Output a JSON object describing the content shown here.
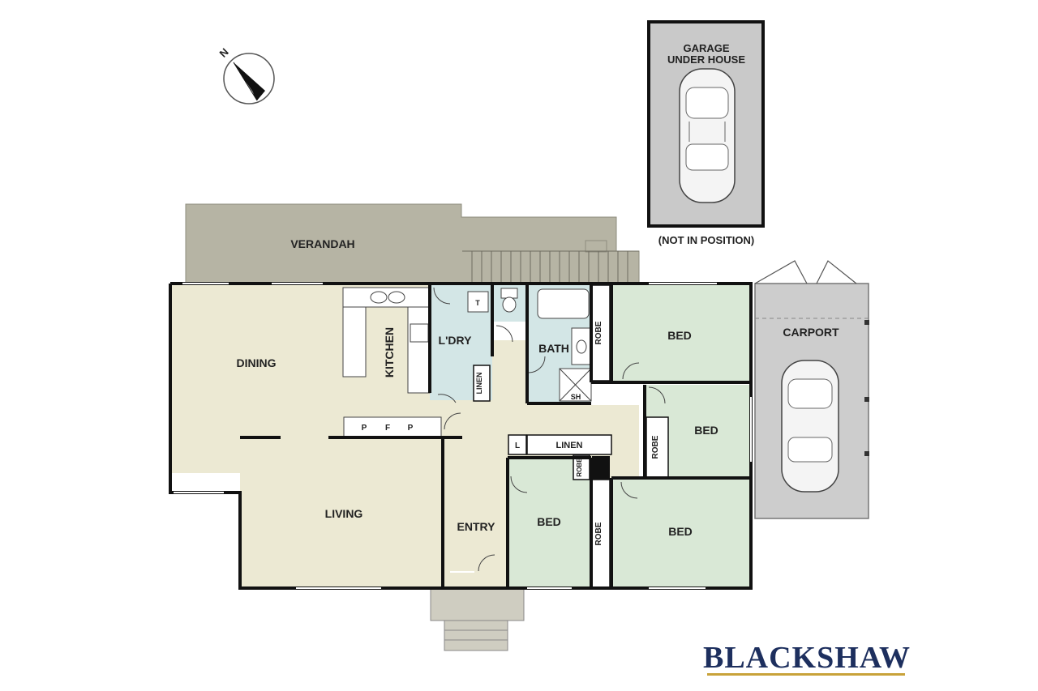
{
  "rooms": {
    "verandah": "VERANDAH",
    "dining": "DINING",
    "kitchen": "KITCHEN",
    "laundry": "L'DRY",
    "bath": "BATH",
    "shower": "SH",
    "toilet": "T",
    "linen_small": "LINEN",
    "linen_hall": "LINEN",
    "l_cupboard": "L",
    "pfp_p1": "P",
    "pfp_f": "F",
    "pfp_p2": "P",
    "living": "LIVING",
    "entry": "ENTRY",
    "bed_1": "BED",
    "bed_2": "BED",
    "bed_3": "BED",
    "bed_4": "BED",
    "robe_1": "ROBE",
    "robe_2": "ROBE",
    "robe_3": "ROBE",
    "robe_4": "ROBE",
    "carport": "CARPORT"
  },
  "garage": {
    "line1": "GARAGE",
    "line2": "UNDER HOUSE",
    "note": "(NOT IN POSITION)"
  },
  "compass": {
    "label": "N"
  },
  "brand": {
    "name": "BLACKSHAW"
  },
  "colors": {
    "living_zone": "#ece9d3",
    "wet_zone": "#d3e6e6",
    "bed_zone": "#d9e8d6",
    "verandah": "#b6b4a4",
    "carport": "#cdcdcd",
    "garage": "#c9c9c9",
    "wall": "#111111",
    "brand": "#1d2f5e"
  }
}
